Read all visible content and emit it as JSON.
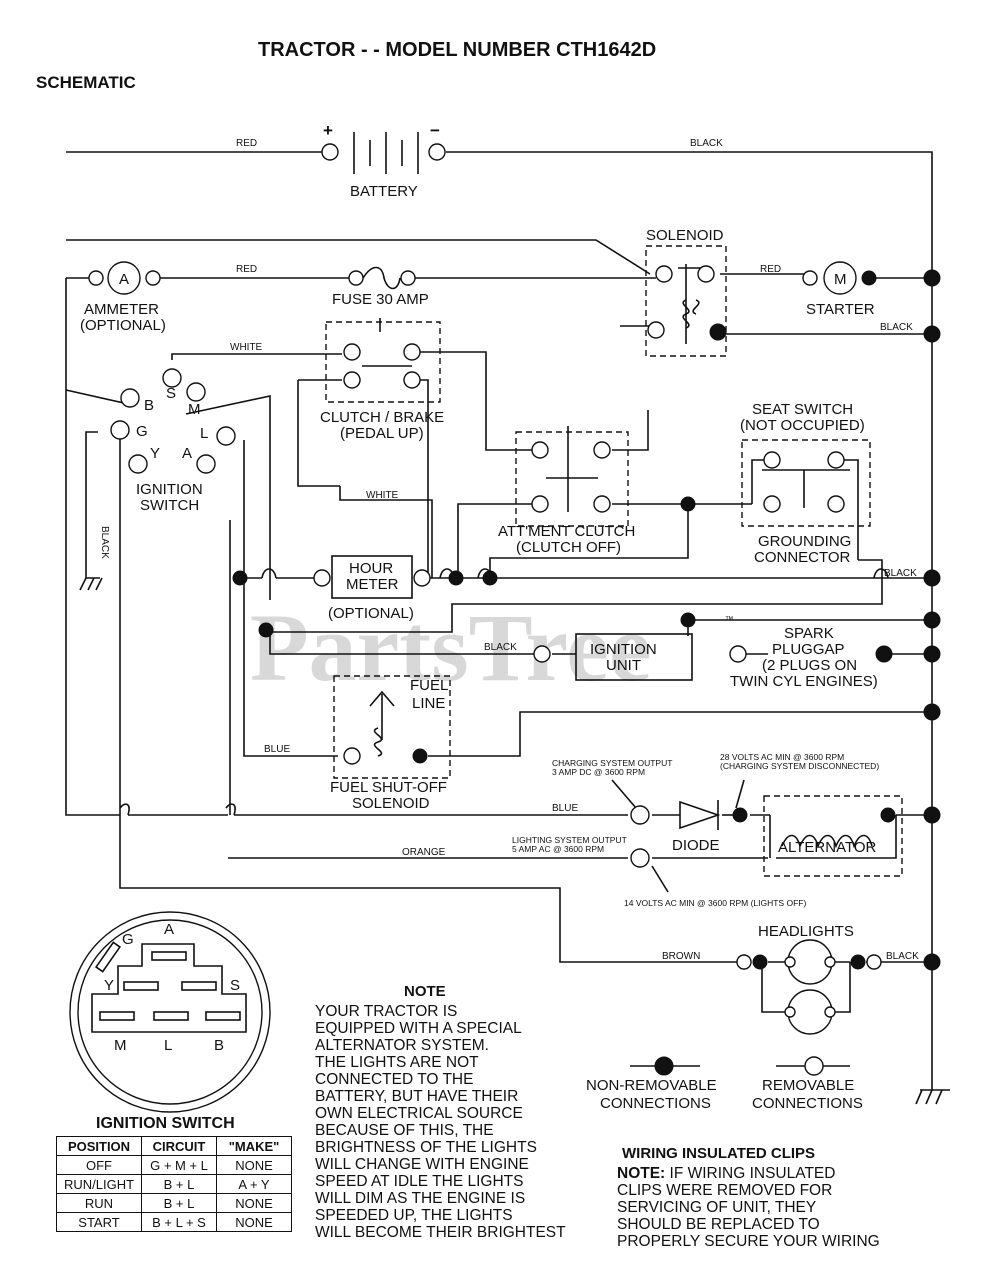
{
  "title": "TRACTOR - - MODEL NUMBER CTH1642D",
  "subtitle": "SCHEMATIC",
  "watermark": "PartsTree",
  "watermark_tm": "™",
  "components": {
    "battery": "BATTERY",
    "battery_plus": "+",
    "battery_minus": "−",
    "solenoid": "SOLENOID",
    "starter": "STARTER",
    "starter_m": "M",
    "ammeter": "AMMETER",
    "ammeter_optional": "(OPTIONAL)",
    "ammeter_a": "A",
    "fuse": "FUSE 30 AMP",
    "clutch_brake": "CLUTCH / BRAKE",
    "clutch_brake_sub": "(PEDAL UP)",
    "seat_switch": "SEAT SWITCH",
    "seat_switch_sub": "(NOT OCCUPIED)",
    "attment_clutch": "ATT'MENT CLUTCH",
    "attment_clutch_sub": "(CLUTCH OFF)",
    "grounding_connector": "GROUNDING",
    "grounding_connector_2": "CONNECTOR",
    "ignition_switch": "IGNITION",
    "ignition_switch_2": "SWITCH",
    "hour_meter": "HOUR",
    "hour_meter_2": "METER",
    "hour_meter_optional": "(OPTIONAL)",
    "ignition_unit": "IGNITION",
    "ignition_unit_2": "UNIT",
    "spark_plug": "SPARK",
    "spark_plug_2": "PLUGGAP",
    "spark_plug_3": "(2 PLUGS ON",
    "spark_plug_4": "TWIN CYL  ENGINES)",
    "fuel_line": "FUEL",
    "fuel_line_2": "LINE",
    "fuel_solenoid": "FUEL SHUT-OFF",
    "fuel_solenoid_2": "SOLENOID",
    "diode": "DIODE",
    "alternator": "ALTERNATOR",
    "headlights": "HEADLIGHTS",
    "charging_output": "CHARGING SYSTEM OUTPUT",
    "charging_output_2": "3 AMP DC @ 3600 RPM",
    "volts_28": "28 VOLTS AC MIN  @ 3600 RPM",
    "volts_28_2": "(CHARGING SYSTEM DISCONNECTED)",
    "lighting_output": "LIGHTING SYSTEM OUTPUT",
    "lighting_output_2": "5 AMP AC @ 3600 RPM",
    "volts_14": "14 VOLTS AC MIN  @ 3600 RPM (LIGHTS OFF)"
  },
  "terminals": {
    "B": "B",
    "S": "S",
    "M": "M",
    "G": "G",
    "L": "L",
    "Y": "Y",
    "A": "A"
  },
  "wires": {
    "red1": "RED",
    "red2": "RED",
    "red3": "RED",
    "black1": "BLACK",
    "black2": "BLACK",
    "black3": "BLACK",
    "black4": "BLACK",
    "black5": "BLACK",
    "black_vert": "BLACK",
    "white1": "WHITE",
    "white2": "WHITE",
    "blue1": "BLUE",
    "blue2": "BLUE",
    "orange": "ORANGE",
    "brown": "BROWN"
  },
  "legend": {
    "non_removable": "NON-REMOVABLE",
    "non_removable_2": "CONNECTIONS",
    "removable": "REMOVABLE",
    "removable_2": "CONNECTIONS"
  },
  "ignition_switch_detail": {
    "title": "IGNITION SWITCH",
    "pins": {
      "G": "G",
      "A": "A",
      "Y": "Y",
      "S": "S",
      "M": "M",
      "L": "L",
      "B": "B"
    },
    "table": {
      "headers": [
        "POSITION",
        "CIRCUIT",
        "\"MAKE\""
      ],
      "rows": [
        [
          "OFF",
          "G + M + L",
          "NONE"
        ],
        [
          "RUN/LIGHT",
          "B + L",
          "A + Y"
        ],
        [
          "RUN",
          "B + L",
          "NONE"
        ],
        [
          "START",
          "B + L + S",
          "NONE"
        ]
      ]
    }
  },
  "note": {
    "title": "NOTE",
    "text": "YOUR TRACTOR IS\nEQUIPPED WITH A SPECIAL\nALTERNATOR SYSTEM.\nTHE LIGHTS ARE NOT\nCONNECTED TO THE\nBATTERY, BUT HAVE THEIR\nOWN ELECTRICAL SOURCE\nBECAUSE OF THIS, THE\nBRIGHTNESS OF THE LIGHTS\nWILL CHANGE WITH ENGINE\nSPEED   AT IDLE THE LIGHTS\nWILL DIM   AS THE ENGINE IS\nSPEEDED UP, THE LIGHTS\nWILL BECOME THEIR BRIGHTEST"
  },
  "clips": {
    "title": "WIRING INSULATED CLIPS",
    "label": "NOTE:",
    "text": " IF WIRING INSULATED\nCLIPS WERE REMOVED FOR\nSERVICING OF UNIT, THEY\nSHOULD BE REPLACED TO\nPROPERLY SECURE YOUR WIRING"
  }
}
